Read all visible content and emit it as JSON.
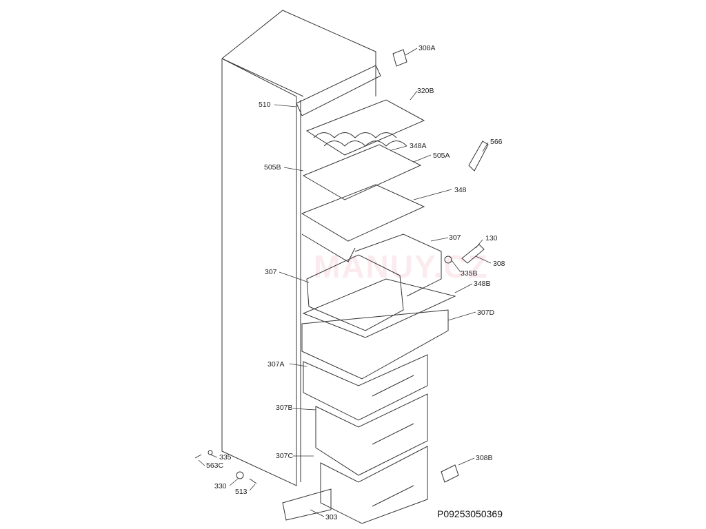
{
  "diagram": {
    "document_code": "P09253050369",
    "watermark": "MANUY.CZ",
    "labels": {
      "l308a": "308A",
      "l510": "510",
      "l320b": "320B",
      "l566": "566",
      "l348a": "348A",
      "l505a": "505A",
      "l505b": "505B",
      "l348": "348",
      "l307_right": "307",
      "l130": "130",
      "l308": "308",
      "l307_left": "307",
      "l335b": "335B",
      "l348b": "348B",
      "l307d": "307D",
      "l307a": "307A",
      "l307b": "307B",
      "l307c": "307C",
      "l308b": "308B",
      "l335": "335",
      "l563c": "563C",
      "l330": "330",
      "l513": "513",
      "l303": "303"
    }
  }
}
